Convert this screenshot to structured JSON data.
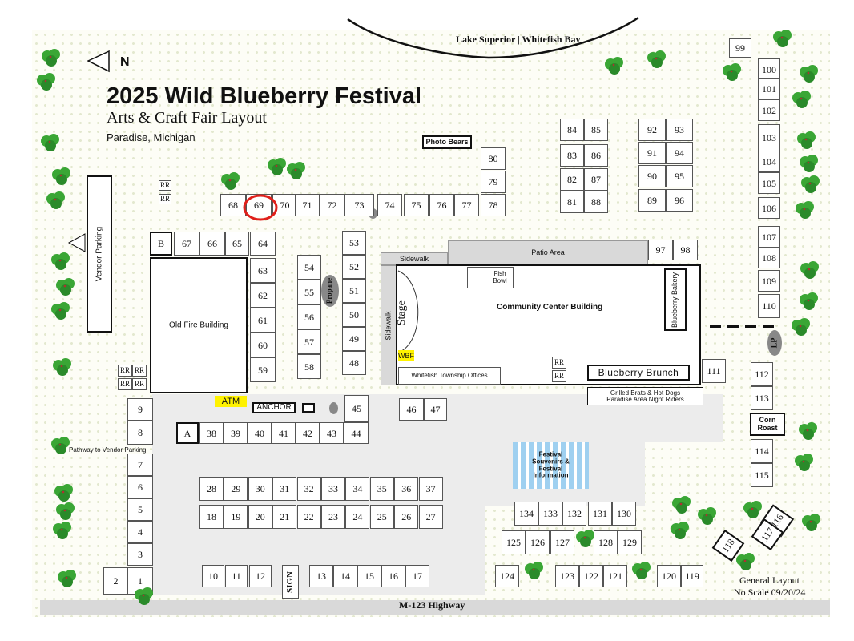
{
  "header": {
    "title": "2025  Wild Blueberry Festival",
    "subtitle": "Arts & Craft Fair Layout",
    "location": "Paradise, Michigan",
    "north_label": "N"
  },
  "labels": {
    "lake": "Lake Superior | Whitefish Bay",
    "highway": "M-123 Highway",
    "general_layout": "General Layout",
    "no_scale": "No Scale 09/20/24",
    "vendor_parking": "Vendor Parking",
    "pathway": "Pathway to Vendor Parking",
    "old_fire_building": "Old Fire Building",
    "community_center": "Community Center Building",
    "patio": "Patio Area",
    "sidewalk_top": "Sidewalk",
    "sidewalk_side": "Sidewalk",
    "stage": "Stage",
    "township_offices": "Whitefish Township Offices",
    "blueberry_bakery": "Blueberry Bakery",
    "blueberry_brunch": "Blueberry Brunch",
    "grilled_brats": "Grilled Brats & Hot Dogs",
    "night_riders": "Paradise Area Night Riders",
    "souvenirs": "Festival Souvenirs & Festival Information",
    "photo_bears": "Photo Bears",
    "fish_bowl": "Fish Bowl",
    "corn_roast": "Corn Roast",
    "atm": "ATM",
    "anchor": "ANCHOR",
    "wbf": "WBF",
    "propane": "Propane",
    "lp": "LP",
    "sign": "SIGN",
    "restroom": "RR",
    "booth_a": "A",
    "booth_b": "B"
  },
  "highlight": {
    "booth": "69",
    "color": "#e0201b"
  },
  "colors": {
    "tree": "#3aa635",
    "tree_dark": "#2a8a2a",
    "atm": "#fff200",
    "souvenir_stripe": "#9fd0f0",
    "sign_oval": "#888888"
  },
  "booths": {
    "1": "1",
    "2": "2",
    "3": "3",
    "4": "4",
    "5": "5",
    "6": "6",
    "7": "7",
    "8": "8",
    "9": "9",
    "10": "10",
    "11": "11",
    "12": "12",
    "13": "13",
    "14": "14",
    "15": "15",
    "16": "16",
    "17": "17",
    "18": "18",
    "19": "19",
    "20": "20",
    "21": "21",
    "22": "22",
    "23": "23",
    "24": "24",
    "25": "25",
    "26": "26",
    "27": "27",
    "28": "28",
    "29": "29",
    "30": "30",
    "31": "31",
    "32": "32",
    "33": "33",
    "34": "34",
    "35": "35",
    "36": "36",
    "37": "37",
    "38": "38",
    "39": "39",
    "40": "40",
    "41": "41",
    "42": "42",
    "43": "43",
    "44": "44",
    "45": "45",
    "46": "46",
    "47": "47",
    "48": "48",
    "49": "49",
    "50": "50",
    "51": "51",
    "52": "52",
    "53": "53",
    "54": "54",
    "55": "55",
    "56": "56",
    "57": "57",
    "58": "58",
    "59": "59",
    "60": "60",
    "61": "61",
    "62": "62",
    "63": "63",
    "64": "64",
    "65": "65",
    "66": "66",
    "67": "67",
    "68": "68",
    "69": "69",
    "70": "70",
    "71": "71",
    "72": "72",
    "73": "73",
    "74": "74",
    "75": "75",
    "76": "76",
    "77": "77",
    "78": "78",
    "79": "79",
    "80": "80",
    "81": "81",
    "82": "82",
    "83": "83",
    "84": "84",
    "85": "85",
    "86": "86",
    "87": "87",
    "88": "88",
    "89": "89",
    "90": "90",
    "91": "91",
    "92": "92",
    "93": "93",
    "94": "94",
    "95": "95",
    "96": "96",
    "97": "97",
    "98": "98",
    "99": "99",
    "100": "100",
    "101": "101",
    "102": "102",
    "103": "103",
    "104": "104",
    "105": "105",
    "106": "106",
    "107": "107",
    "108": "108",
    "109": "109",
    "110": "110",
    "111": "111",
    "112": "112",
    "113": "113",
    "114": "114",
    "115": "115",
    "116": "116",
    "117": "117",
    "118": "118",
    "119": "119",
    "120": "120",
    "121": "121",
    "122": "122",
    "123": "123",
    "124": "124",
    "125": "125",
    "126": "126",
    "127": "127",
    "128": "128",
    "129": "129",
    "130": "130",
    "131": "131",
    "132": "132",
    "133": "133",
    "134": "134"
  }
}
